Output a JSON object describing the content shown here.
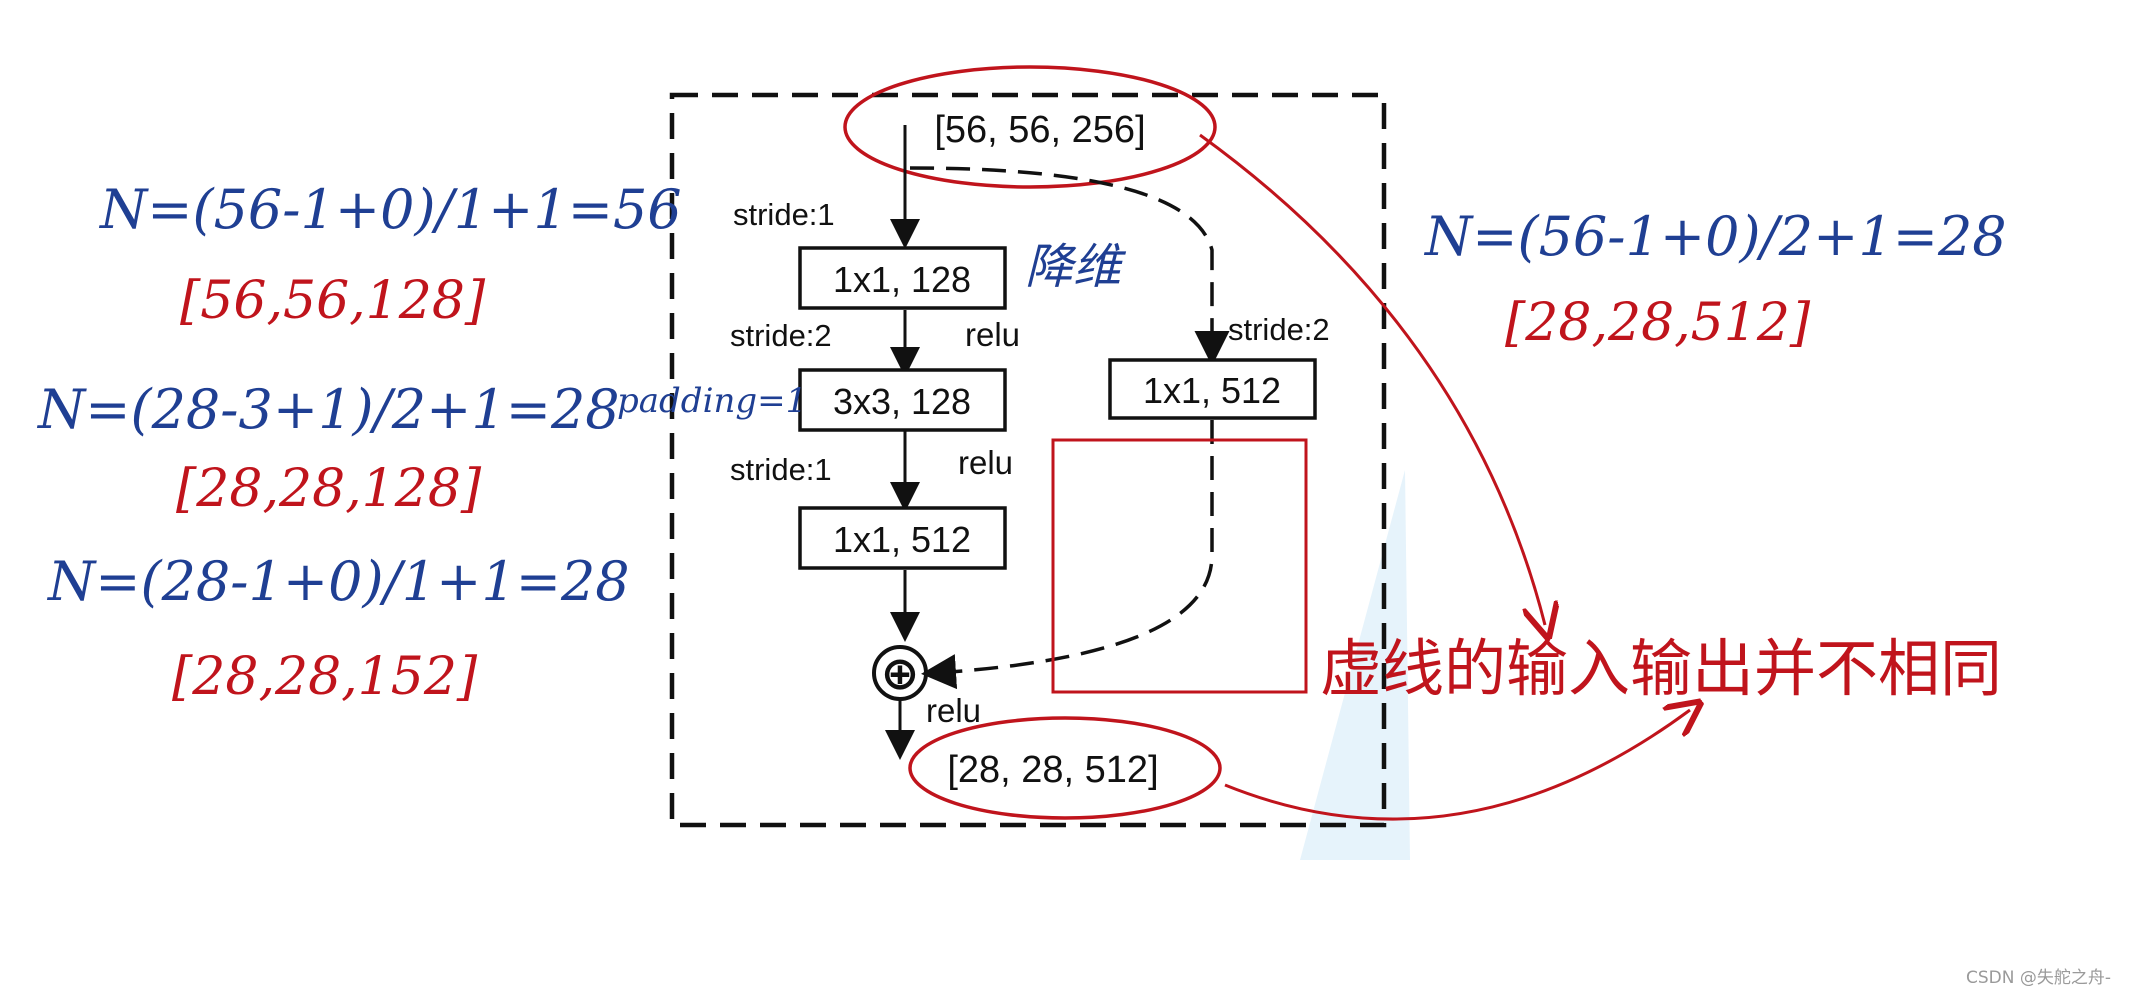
{
  "diagram": {
    "input_shape": "[56, 56, 256]",
    "output_shape": "[28, 28, 512]",
    "main_path": [
      {
        "stride_label": "stride:1",
        "conv": "1x1, 128",
        "relu": "relu",
        "annotation": "降维"
      },
      {
        "stride_label": "stride:2",
        "conv": "3x3, 128",
        "relu": "relu",
        "annotation": "padding=1"
      },
      {
        "stride_label": "stride:1",
        "conv": "1x1, 512",
        "relu": ""
      }
    ],
    "shortcut": {
      "stride_label": "stride:2",
      "conv": "1x1, 512"
    },
    "add_symbol": "⊕",
    "final_relu": "relu"
  },
  "notes_left": [
    {
      "formula": "N=(56-1+0)/1+1=56",
      "shape": "[56,56,128]"
    },
    {
      "formula": "N=(28-3+1)/2+1=28",
      "shape": "[28,28,128]"
    },
    {
      "formula": "N=(28-1+0)/1+1=28",
      "shape": "[28,28,152]"
    }
  ],
  "notes_right": {
    "formula": "N=(56-1+0)/2+1=28",
    "shape": "[28,28,512]"
  },
  "annotation_red": "虚线的输入输出并不相同",
  "watermark": "CSDN @失舵之舟-",
  "colors": {
    "blue_ink": "#1f3f93",
    "red_ink": "#c0141c",
    "black": "#111111"
  }
}
